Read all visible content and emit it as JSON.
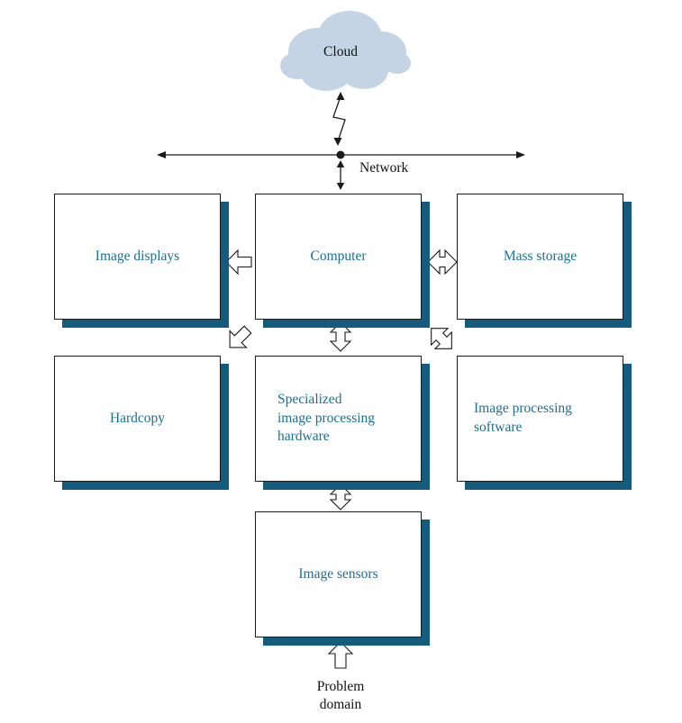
{
  "diagram": {
    "cloud_label": "Cloud",
    "network_label": "Network",
    "problem_domain_label": "Problem\ndomain",
    "boxes": {
      "image_displays": "Image displays",
      "computer": "Computer",
      "mass_storage": "Mass storage",
      "hardcopy": "Hardcopy",
      "specialized_hardware": "Specialized\nimage processing\nhardware",
      "image_processing_software": "Image processing\nsoftware",
      "image_sensors": "Image sensors"
    },
    "colors": {
      "box_text": "#1b6f96",
      "box_shadow": "#135c7e",
      "cloud_fill": "#c5d4e4",
      "line": "#1a1a1a"
    }
  }
}
